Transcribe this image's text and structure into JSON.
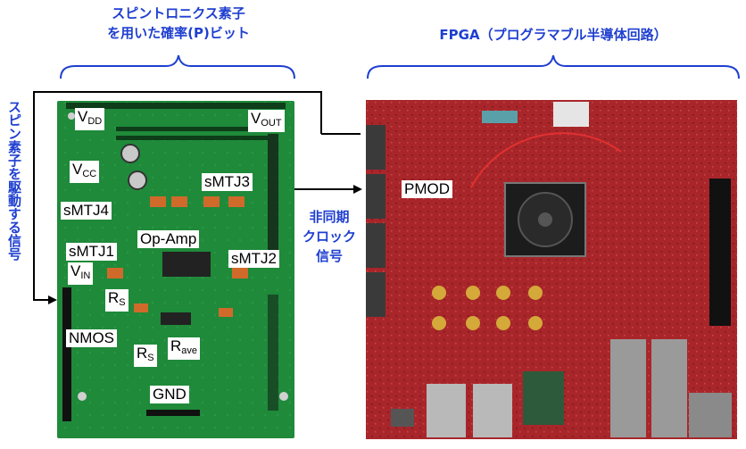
{
  "headers": {
    "left_line1": "スピントロニクス素子",
    "left_line2": "を用いた確率(P)ビット",
    "right": "FPGA（プログラマブル半導体回路）"
  },
  "side_label": "スピン素子を駆動する信号",
  "middle_label": {
    "line1": "非同期",
    "line2": "クロック",
    "line3": "信号"
  },
  "left_board_labels": {
    "vdd": {
      "main": "V",
      "sub": "DD"
    },
    "vout": {
      "main": "V",
      "sub": "OUT"
    },
    "vcc": {
      "main": "V",
      "sub": "CC"
    },
    "smtj3": "sMTJ3",
    "smtj4": "sMTJ4",
    "opamp": "Op-Amp",
    "smtj1": "sMTJ1",
    "smtj2": "sMTJ2",
    "vin": {
      "main": "V",
      "sub": "IN"
    },
    "rs_upper": {
      "main": "R",
      "sub": "S"
    },
    "nmos": "NMOS",
    "rs_lower": {
      "main": "R",
      "sub": "S"
    },
    "rave": {
      "main": "R",
      "sub": "ave"
    },
    "gnd": "GND"
  },
  "fpga_labels": {
    "pmod": "PMOD"
  },
  "colors": {
    "label_blue": "#1f3fd0",
    "pcb_green": "#1f8a3a",
    "fpga_red": "#a8262a"
  }
}
